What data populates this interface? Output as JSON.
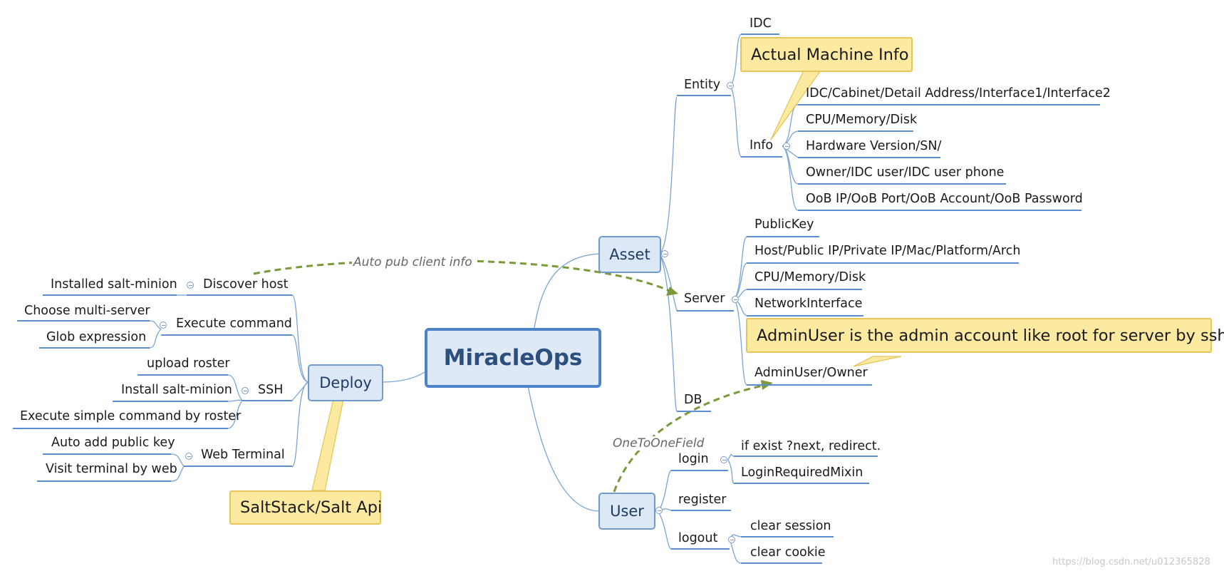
{
  "root": "MiracleOps",
  "branches": {
    "asset": {
      "label": "Asset",
      "entity": {
        "label": "Entity",
        "idc": "IDC",
        "info": {
          "label": "Info",
          "items": [
            "IDC/Cabinet/Detail Address/Interface1/Interface2",
            "CPU/Memory/Disk",
            "Hardware Version/SN/",
            "Owner/IDC user/IDC user phone",
            "OoB IP/OoB Port/OoB Account/OoB Password"
          ]
        }
      },
      "server": {
        "label": "Server",
        "items": [
          "PublicKey",
          "Host/Public IP/Private IP/Mac/Platform/Arch",
          "CPU/Memory/Disk",
          "NetworkInterface",
          "AdminUser/Owner"
        ]
      },
      "db": "DB"
    },
    "user": {
      "label": "User",
      "login": {
        "label": "login",
        "items": [
          "if exist ?next, redirect.",
          "LoginRequiredMixin"
        ]
      },
      "register": "register",
      "logout": {
        "label": "logout",
        "items": [
          "clear session",
          "clear cookie"
        ]
      }
    },
    "deploy": {
      "label": "Deploy",
      "discover_host": {
        "label": "Discover host",
        "items": [
          "Installed salt-minion"
        ]
      },
      "execute_command": {
        "label": "Execute command",
        "items": [
          "Choose multi-server",
          "Glob expression"
        ]
      },
      "ssh": {
        "label": "SSH",
        "items": [
          "upload roster",
          "Install salt-minion",
          "Execute simple command by roster"
        ]
      },
      "web_terminal": {
        "label": "Web Terminal",
        "items": [
          "Auto add public key",
          "Visit terminal by web"
        ]
      }
    }
  },
  "callouts": {
    "actual_machine": "Actual Machine Info",
    "admin_user": "AdminUser is the admin account like root for server by ssh.",
    "saltstack": "SaltStack/Salt Api"
  },
  "relationships": {
    "auto_pub": "Auto pub client info",
    "one_to_one": "OneToOneField"
  },
  "watermark": "https://blog.csdn.net/u012365828",
  "colors": {
    "line": "#5b8ed0",
    "node_fill": "#dce8f6",
    "callout_fill": "#fdeaa1",
    "relationship": "#7a9a3a"
  }
}
